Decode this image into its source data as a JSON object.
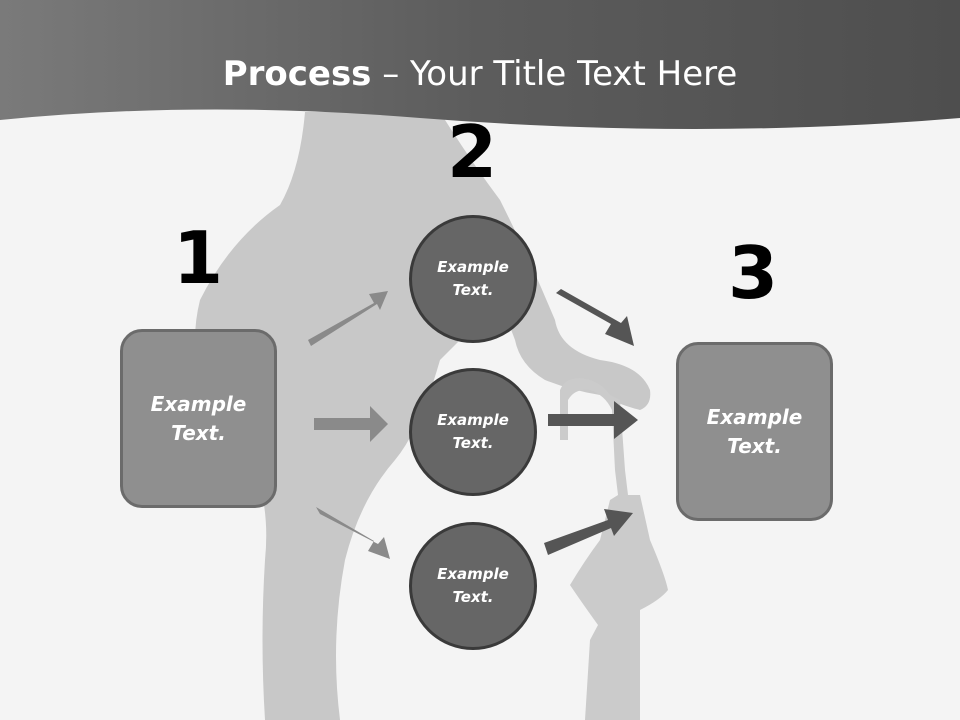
{
  "title": {
    "bold": "Process",
    "rest": " – Your Title Text Here"
  },
  "steps": {
    "one": "1",
    "two": "2",
    "three": "3"
  },
  "left_box": {
    "text": "Example Text."
  },
  "circles": [
    {
      "text": "Example Text."
    },
    {
      "text": "Example Text."
    },
    {
      "text": "Example Text."
    }
  ],
  "right_box": {
    "text": "Example Text."
  },
  "colors": {
    "header": "#5e5e5e",
    "box_fill": "#8f8f8f",
    "circle_fill": "#666666",
    "arrow_light": "#8a8a8a",
    "arrow_dark": "#555555"
  }
}
